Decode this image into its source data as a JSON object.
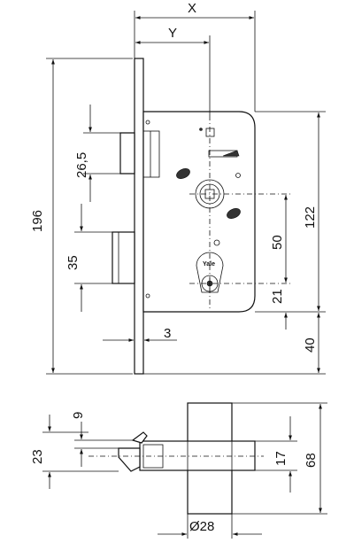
{
  "dimensions": {
    "x": "X",
    "y": "Y",
    "height_total": "196",
    "latch_height": "26,5",
    "bolt_height": "35",
    "front_thickness": "3",
    "spacing": "50",
    "backset_total": "122",
    "cylinder_offset": "21",
    "bottom_offset": "40",
    "cyl_9": "9",
    "cyl_23": "23",
    "cyl_17": "17",
    "cyl_68": "68",
    "cyl_diameter": "Ø28"
  },
  "brand": "Yale"
}
